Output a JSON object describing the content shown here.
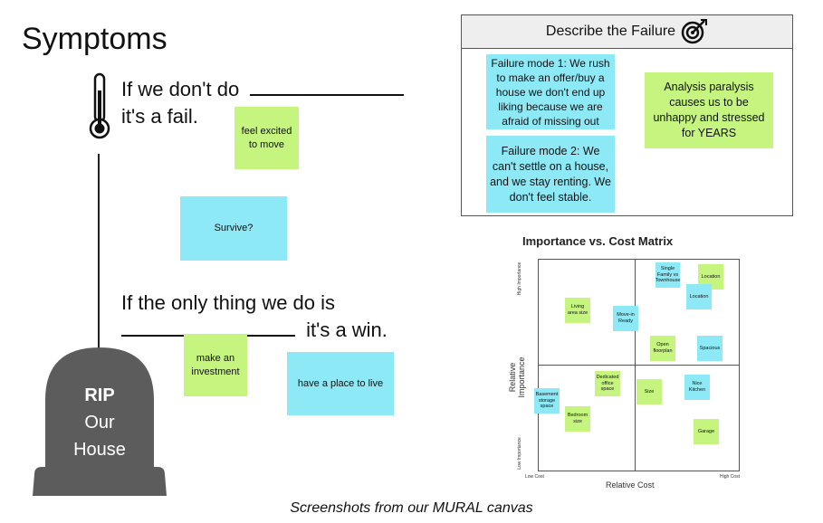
{
  "title": "Symptoms",
  "statement_fail": {
    "line1": "If we don't do",
    "line2": "it's a fail."
  },
  "statement_win": {
    "line1": "If the only thing we do is",
    "line2": "it's a win."
  },
  "stickies": {
    "feel_excited": "feel excited to move",
    "survive": "Survive?",
    "make_investment": "make an investment",
    "place_to_live": "have a place to live"
  },
  "tombstone": {
    "line1": "RIP",
    "line2": "Our",
    "line3": "House"
  },
  "failure_panel": {
    "header": "Describe the Failure",
    "mode1": "Failure mode 1: We rush to make an offer/buy a house we don't end up liking because we are afraid of missing out",
    "mode2": "Failure mode 2: We can't settle on a house, and we stay renting. We don't feel stable.",
    "paralysis": "Analysis paralysis causes us to be unhappy and stressed for YEARS"
  },
  "matrix": {
    "title": "Importance vs. Cost Matrix",
    "x_label": "Relative Cost",
    "y_label": "Relative Importance",
    "x_low": "Low Cost",
    "x_high": "High Cost",
    "y_high": "High Importance",
    "y_low": "Low Importance",
    "notes": {
      "single_family": "Single Family vs Townhouse",
      "location_green": "Location",
      "location_blue": "Location",
      "living_area": "Living area size",
      "move_in": "Move-in Ready",
      "open_floorplan": "Open floorplan",
      "spacious": "Spacious",
      "dedicated_office": "Dedicated office space",
      "size": "Size",
      "nice_kitchen": "Nice Kitchen",
      "basement": "Basement storage space",
      "bedroom_size": "Bedroom size",
      "garage": "Garage"
    }
  },
  "caption": "Screenshots from our MURAL canvas"
}
